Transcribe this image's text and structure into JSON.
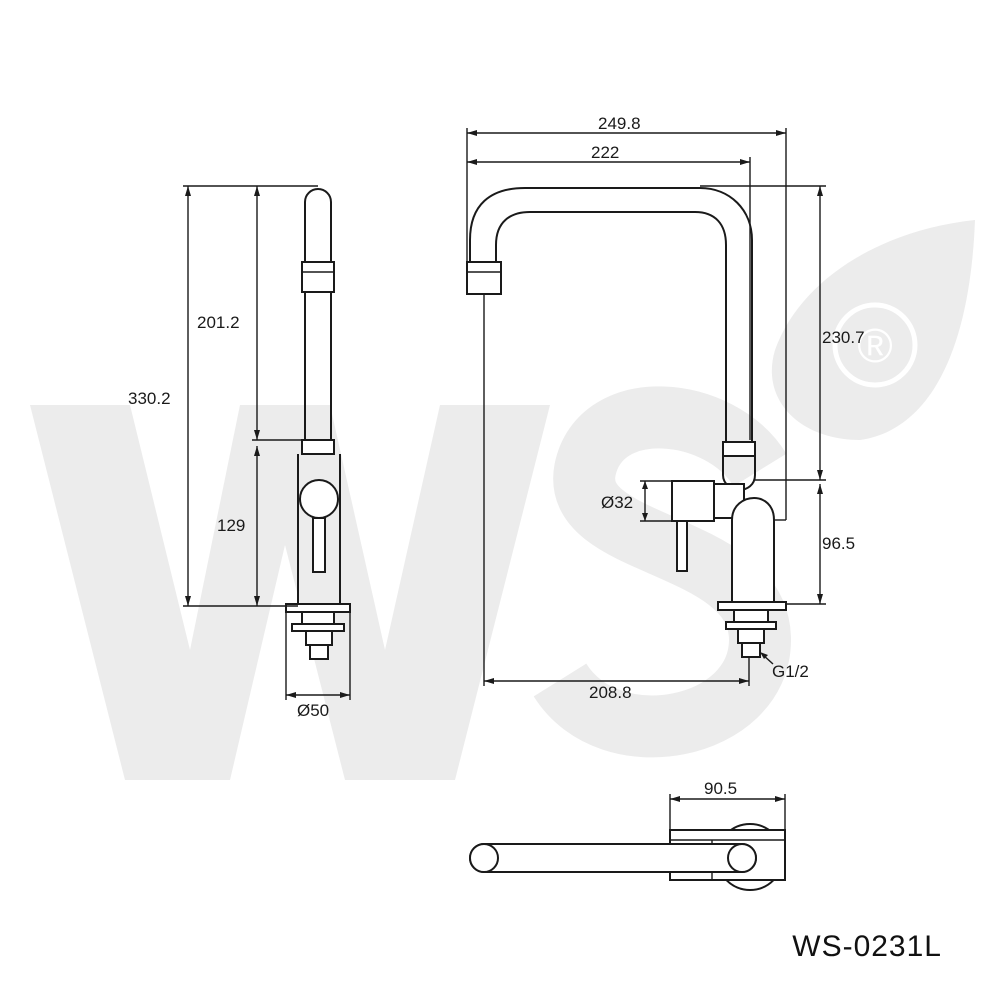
{
  "watermark": {
    "letters": "WS",
    "registered_mark": "®",
    "color": "#ececec"
  },
  "dimensions": {
    "side_total_height": "330.2",
    "side_upper_height": "201.2",
    "side_lower_height": "129",
    "side_base_diameter": "Ø50",
    "front_total_width": "249.8",
    "front_spout_width": "222",
    "front_upper_height": "230.7",
    "front_lower_height": "96.5",
    "front_handle_diameter": "Ø32",
    "front_reach": "208.8",
    "front_thread": "G1/2",
    "top_width": "90.5"
  },
  "model_code": "WS-0231L"
}
